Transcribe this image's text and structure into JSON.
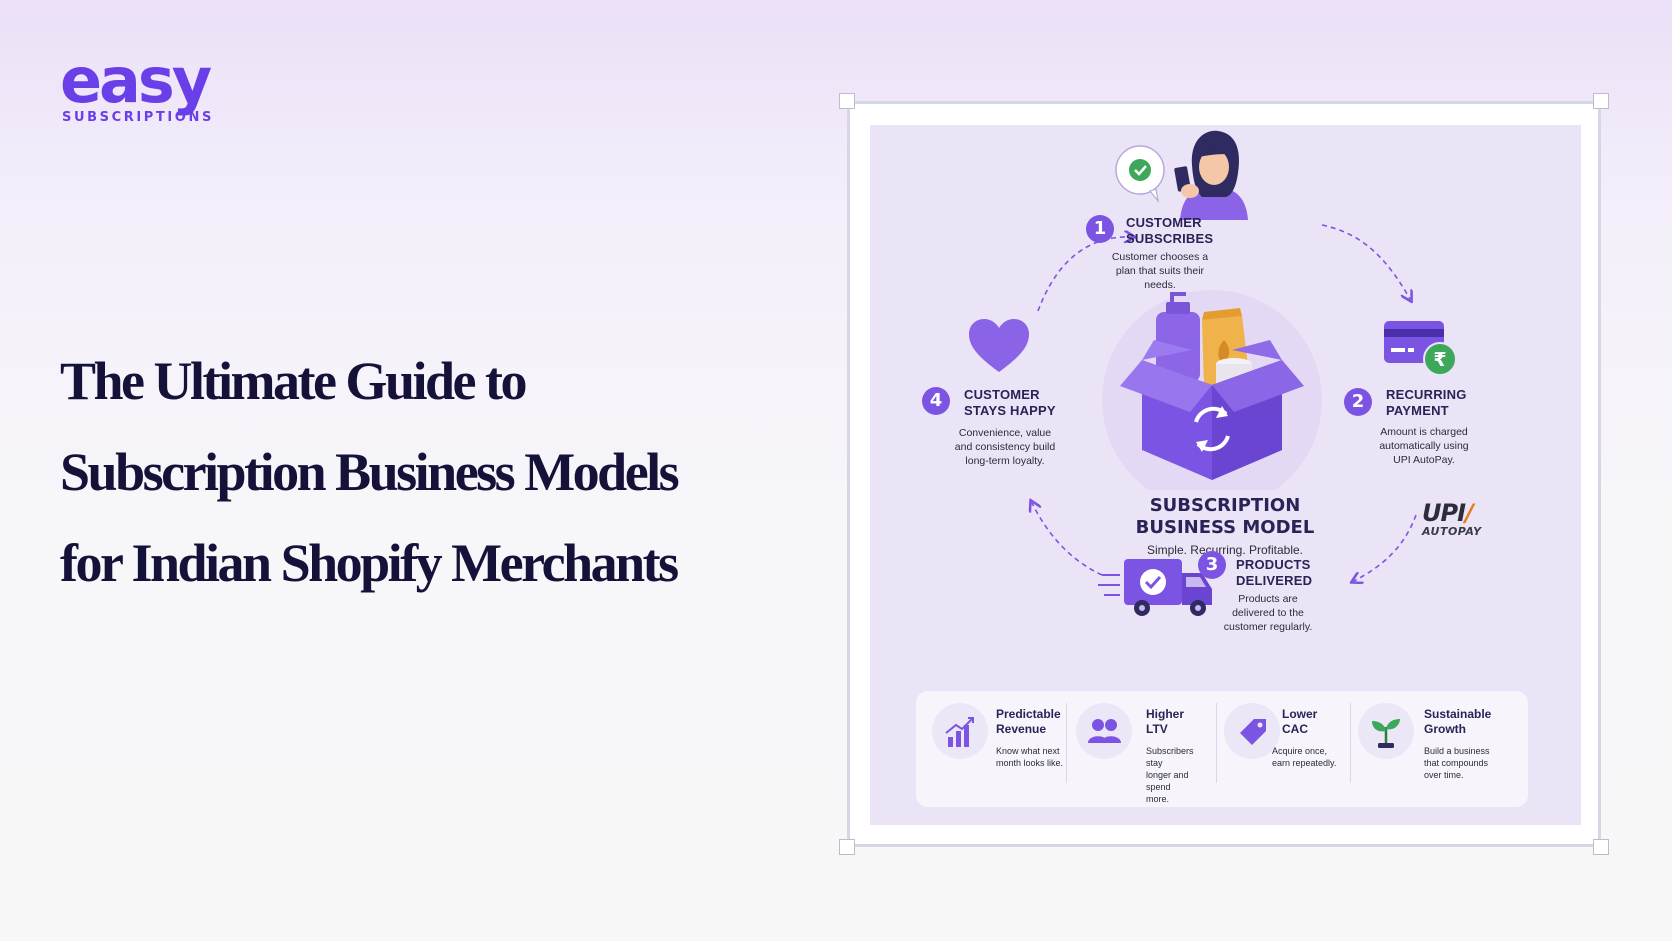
{
  "brand": {
    "wordmark": "easy",
    "subtitle": "SUBSCRIPTIONS"
  },
  "headline": {
    "line1": "The Ultimate Guide to",
    "line2": "Subscription Business Models",
    "line3": "for Indian Shopify Merchants"
  },
  "colors": {
    "accent": "#7b54e3",
    "brand": "#6a3fe8",
    "text_dark": "#15123a",
    "success": "#2e9a4a",
    "warning_orange": "#e87d1e"
  },
  "infographic": {
    "center": {
      "title_line1": "SUBSCRIPTION",
      "title_line2": "BUSINESS MODEL",
      "subtitle": "Simple. Recurring. Profitable."
    },
    "steps": [
      {
        "number": "1",
        "title_line1": "CUSTOMER",
        "title_line2": "SUBSCRIBES",
        "desc_lines": [
          "Customer chooses a",
          "plan that suits their",
          "needs."
        ],
        "icon": "customer-with-phone-icon"
      },
      {
        "number": "2",
        "title_line1": "RECURRING",
        "title_line2": "PAYMENT",
        "desc_lines": [
          "Amount is charged",
          "automatically using",
          "UPI AutoPay."
        ],
        "icon": "credit-card-rupee-icon"
      },
      {
        "number": "3",
        "title_line1": "PRODUCTS",
        "title_line2": "DELIVERED",
        "desc_lines": [
          "Products are",
          "delivered to the",
          "customer regularly."
        ],
        "icon": "delivery-truck-icon"
      },
      {
        "number": "4",
        "title_line1": "CUSTOMER",
        "title_line2": "STAYS HAPPY",
        "desc_lines": [
          "Convenience, value",
          "and consistency build",
          "long-term loyalty."
        ],
        "icon": "heart-icon"
      }
    ],
    "upi": {
      "main": "UPI",
      "sub": "AUTOPAY"
    },
    "benefits": [
      {
        "title_line1": "Predictable",
        "title_line2": "Revenue",
        "desc_lines": [
          "Know what next",
          "month looks like."
        ],
        "icon": "growth-chart-icon"
      },
      {
        "title_line1": "Higher",
        "title_line2": "LTV",
        "desc_lines": [
          "Subscribers stay",
          "longer and spend",
          "more."
        ],
        "icon": "people-icon"
      },
      {
        "title_line1": "Lower",
        "title_line2": "CAC",
        "desc_lines": [
          "Acquire once,",
          "earn repeatedly."
        ],
        "icon": "price-tag-icon"
      },
      {
        "title_line1": "Sustainable",
        "title_line2": "Growth",
        "desc_lines": [
          "Build a business",
          "that compounds",
          "over time."
        ],
        "icon": "sprout-icon"
      }
    ]
  }
}
